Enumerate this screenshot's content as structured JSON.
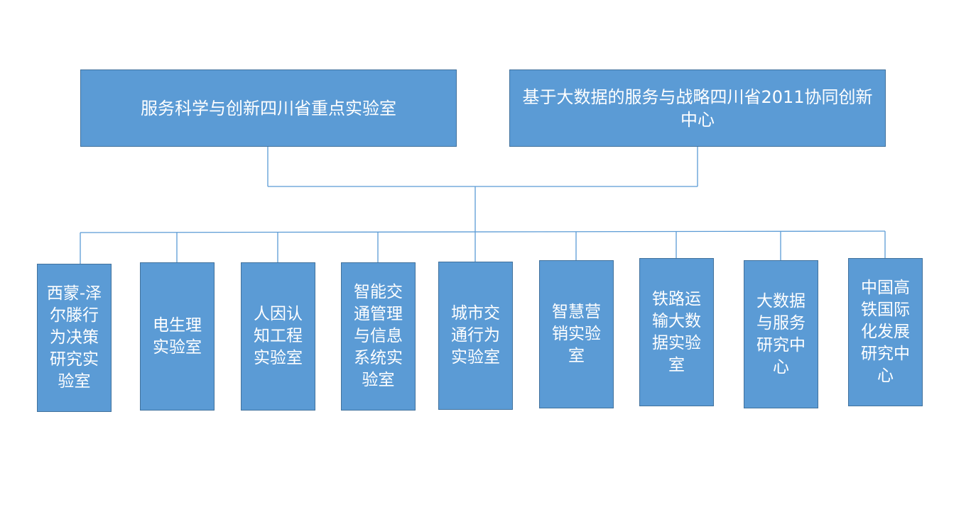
{
  "colors": {
    "box_fill": "#5b9bd5",
    "box_border": "#41719c",
    "connector": "#5b9bd5",
    "text": "#ffffff",
    "background": "#ffffff"
  },
  "top_units": [
    {
      "label": "服务科学与创新四川省重点实验室"
    },
    {
      "label": "基于大数据的服务与战略四川省2011协同创新中心"
    }
  ],
  "sub_units": [
    {
      "label": "西蒙-泽尔滕行为决策研究实验室"
    },
    {
      "label": "电生理实验室"
    },
    {
      "label": "人因认知工程实验室"
    },
    {
      "label": "智能交通管理与信息系统实验室"
    },
    {
      "label": "城市交通行为实验室"
    },
    {
      "label": "智慧营销实验室"
    },
    {
      "label": "铁路运输大数据实验室"
    },
    {
      "label": "大数据与服务研究中心"
    },
    {
      "label": "中国高铁国际化发展研究中心"
    }
  ]
}
